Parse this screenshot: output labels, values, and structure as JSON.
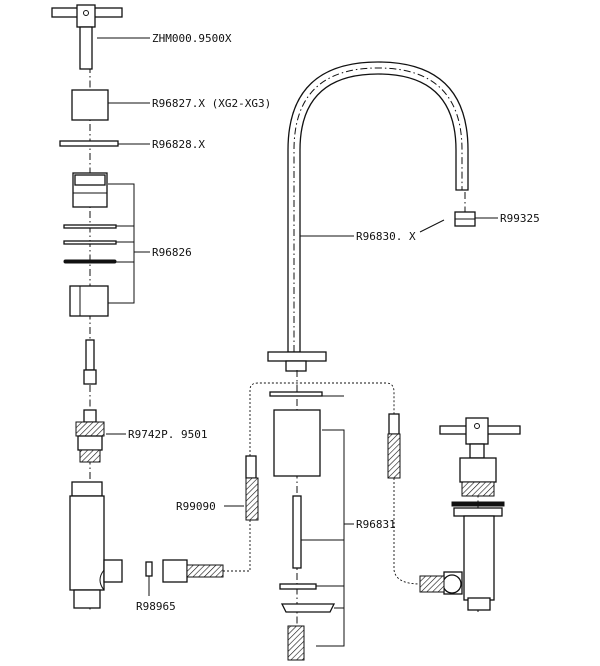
{
  "diagram": {
    "labels": {
      "handle_left": "ZHM000.9500X",
      "cap": "R96827.X  (XG2-XG3)",
      "washer": "R96828.X",
      "valve_kit": "R96826",
      "cartridge": "R9742P. 9501",
      "hose": "R99090",
      "spout": "R96830. X",
      "aerator": "R99325",
      "mount_kit": "R96831",
      "gasket": "R98965"
    }
  }
}
